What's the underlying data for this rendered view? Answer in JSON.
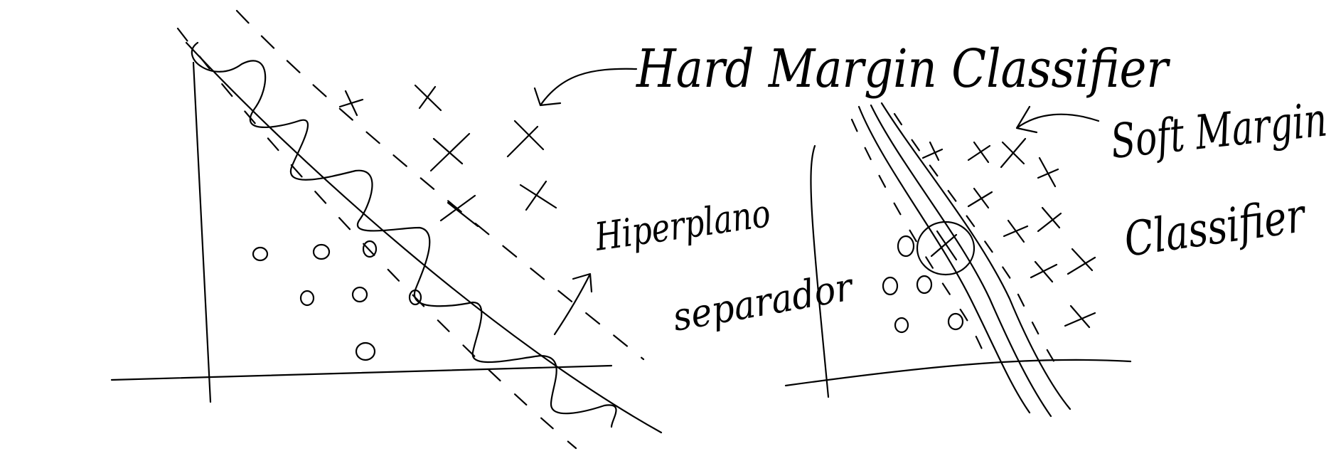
{
  "colors": {
    "ink": "#000000",
    "paper": "#ffffff"
  },
  "labels": {
    "hard_margin": "Hard Margin Classifier",
    "hyperplane_line1": "Hiperplano",
    "hyperplane_line2": "separador",
    "soft_margin_line1": "Soft Margin",
    "soft_margin_line2": "Classifier"
  },
  "markers": {
    "class_a": "x",
    "class_b": "o"
  }
}
